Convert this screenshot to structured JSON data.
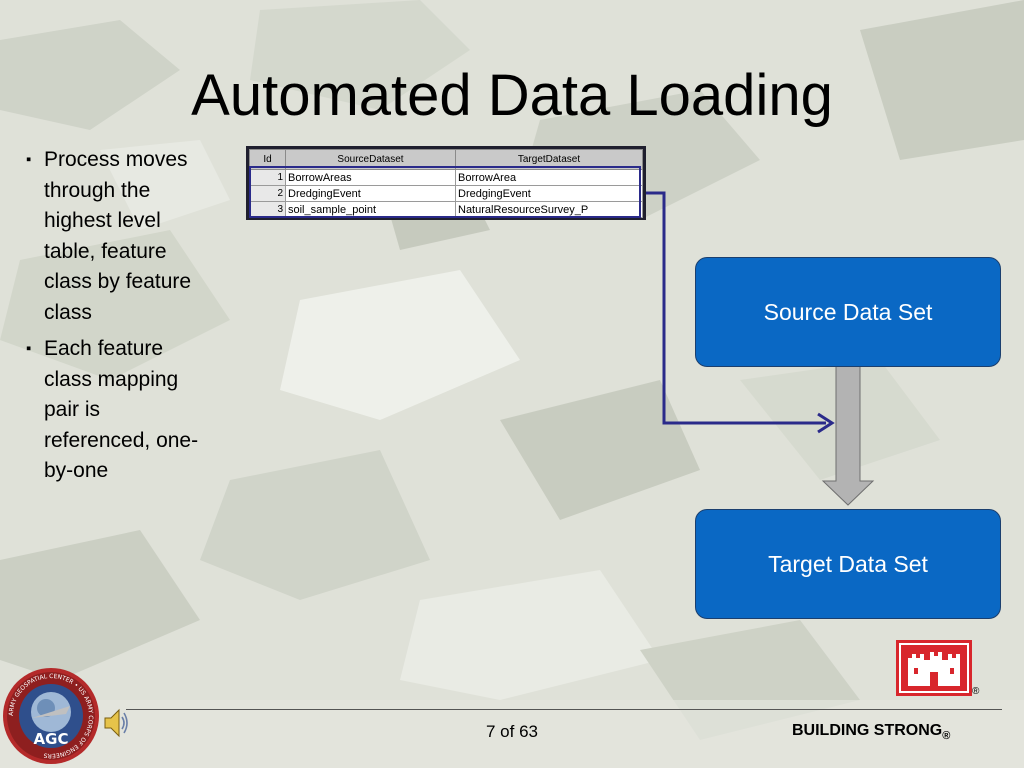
{
  "slide": {
    "title": "Automated Data Loading",
    "bullets": [
      "Process moves through the highest level table, feature class by feature class",
      "Each feature class mapping pair is referenced, one-by-one"
    ],
    "bullet_symbol": "▪"
  },
  "mapping_table": {
    "headers": [
      "Id",
      "SourceDataset",
      "TargetDataset"
    ],
    "rows": [
      [
        "1",
        "BorrowAreas",
        "BorrowArea"
      ],
      [
        "2",
        "DredgingEvent",
        "DredgingEvent"
      ],
      [
        "3",
        "soil_sample_point",
        "NaturalResourceSurvey_P"
      ]
    ]
  },
  "flow": {
    "source_label": "Source Data Set",
    "target_label": "Target Data Set"
  },
  "footer": {
    "page": "7 of 63",
    "brand": "BUILDING STRONG",
    "brand_mark": "®",
    "reg_mark": "®",
    "logo_text": "AGC",
    "logo_ring_text": "ARMY GEOSPATIAL CENTER • US ARMY CORPS OF ENGINEERS"
  },
  "colors": {
    "box_fill": "#0a68c4",
    "castle_red": "#d8262c",
    "connector": "#2a2a8a",
    "arrow_gray": "#b3b3b3"
  },
  "icons": [
    "agc-seal-icon",
    "speaker-icon",
    "corps-castle-icon"
  ]
}
